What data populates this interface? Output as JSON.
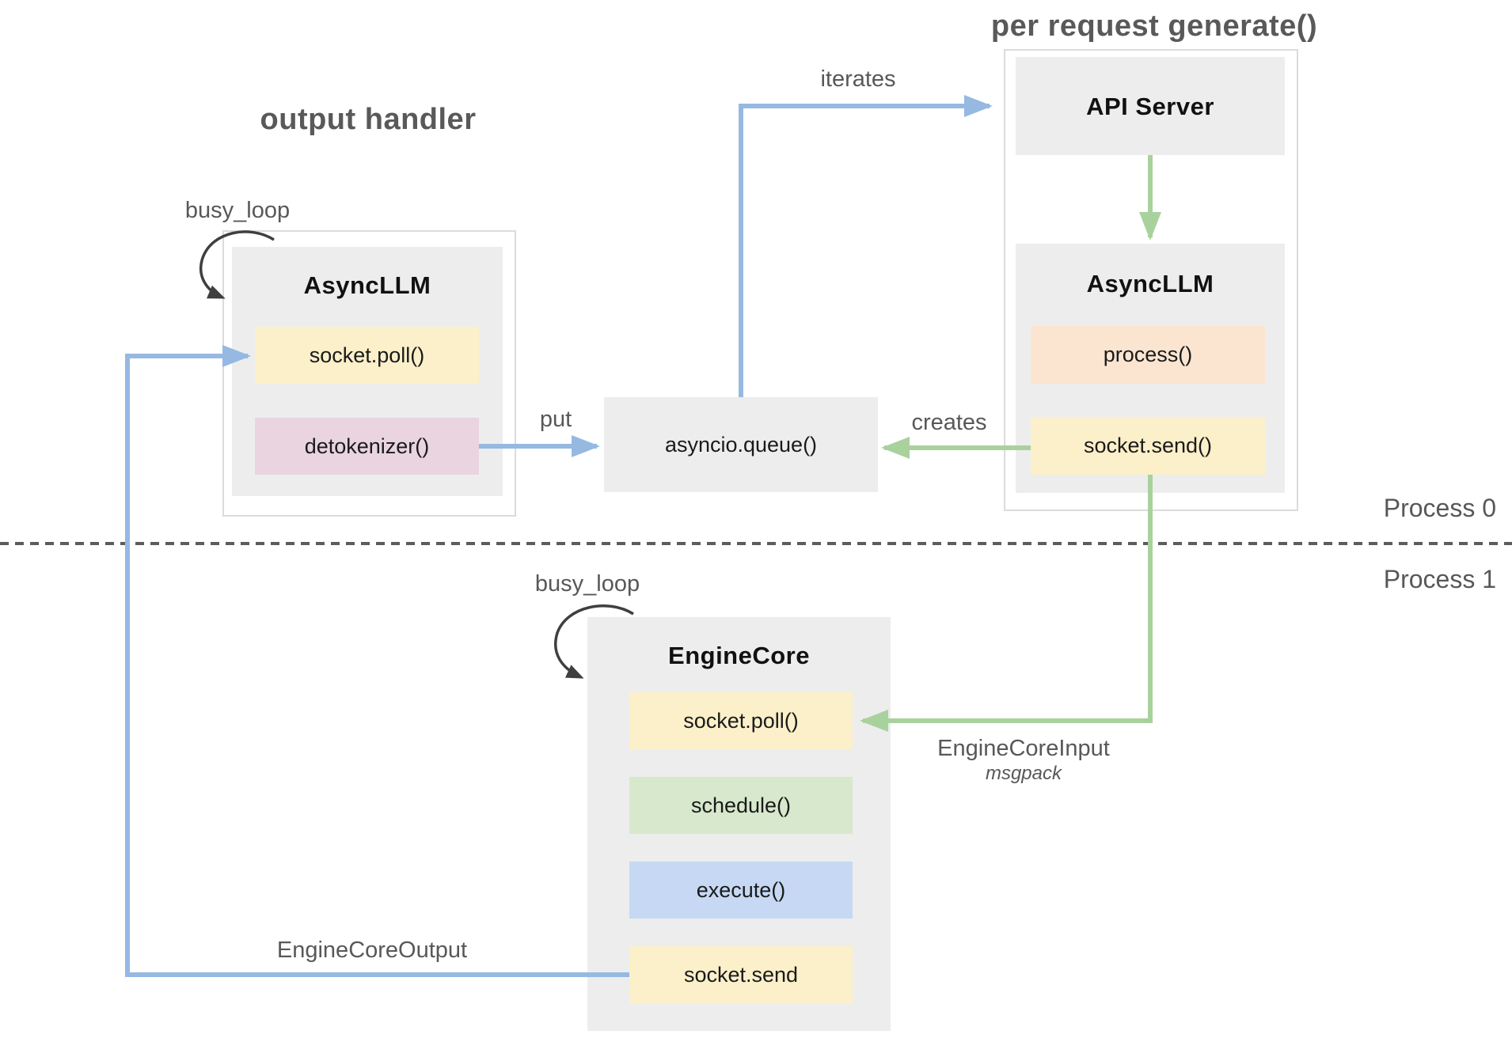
{
  "titles": {
    "output_handler": "output handler",
    "per_request_generate": "per request generate()"
  },
  "process_labels": {
    "process0": "Process 0",
    "process1": "Process 1"
  },
  "edge_labels": {
    "busy_loop_left": "busy_loop",
    "busy_loop_bottom": "busy_loop",
    "iterates": "iterates",
    "put": "put",
    "creates": "creates",
    "engine_core_input": "EngineCoreInput",
    "engine_core_input_format": "msgpack",
    "engine_core_output": "EngineCoreOutput"
  },
  "nodes": {
    "async_llm_left": {
      "title": "AsyncLLM",
      "items": [
        {
          "label": "socket.poll()",
          "color": "#fbf0c9"
        },
        {
          "label": "detokenizer()",
          "color": "#e9d4df"
        }
      ]
    },
    "api_server": {
      "title": "API Server"
    },
    "async_llm_right": {
      "title": "AsyncLLM",
      "items": [
        {
          "label": "process()",
          "color": "#fbe5d0"
        },
        {
          "label": "socket.send()",
          "color": "#fbf0c9"
        }
      ]
    },
    "asyncio_queue": {
      "label": "asyncio.queue()"
    },
    "engine_core": {
      "title": "EngineCore",
      "items": [
        {
          "label": "socket.poll()",
          "color": "#fbf0c9"
        },
        {
          "label": "schedule()",
          "color": "#d8e8cd"
        },
        {
          "label": "execute()",
          "color": "#c6d8f3"
        },
        {
          "label": "socket.send",
          "color": "#fbf0c9"
        }
      ]
    }
  },
  "colors": {
    "arrow_blue": "#96b9e2",
    "arrow_green": "#a9d19d",
    "loop_dark": "#3f3f3f",
    "node_gray": "#ededed",
    "container_border": "#dbdbdb",
    "label_gray": "#58585a",
    "title_gray": "#595959",
    "divider_gray": "#5c5c5c"
  }
}
